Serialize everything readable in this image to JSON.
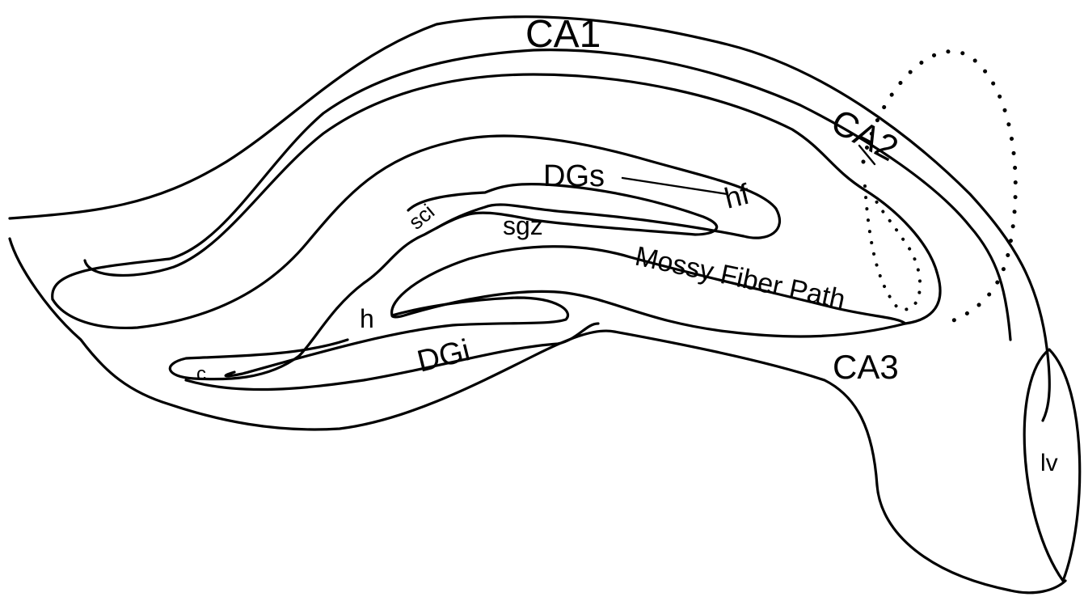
{
  "labels": {
    "ca1": "CA1",
    "ca2": "CA2",
    "ca3": "CA3",
    "dgs": "DGs",
    "dgi": "DGi",
    "hf": "hf",
    "sgz": "sgz",
    "sci": "sci",
    "h": "h",
    "c": "c",
    "mossy": "Mossy Fiber Path",
    "lv": "lv"
  }
}
